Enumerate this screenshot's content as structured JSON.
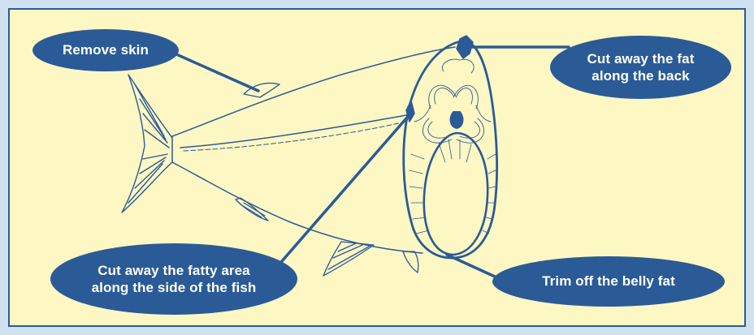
{
  "colors": {
    "background": "#cfe0ef",
    "panel": "#fdf7c3",
    "ink": "#2b5b96",
    "callout_text": "#ffffff"
  },
  "callouts": {
    "remove_skin": {
      "lines": [
        "Remove skin"
      ]
    },
    "back_fat": {
      "lines": [
        "Cut away the fat",
        "along the back"
      ]
    },
    "side_fat": {
      "lines": [
        "Cut away the fatty area",
        "along the side of the fish"
      ]
    },
    "belly_fat": {
      "lines": [
        "Trim off the belly fat"
      ]
    }
  }
}
